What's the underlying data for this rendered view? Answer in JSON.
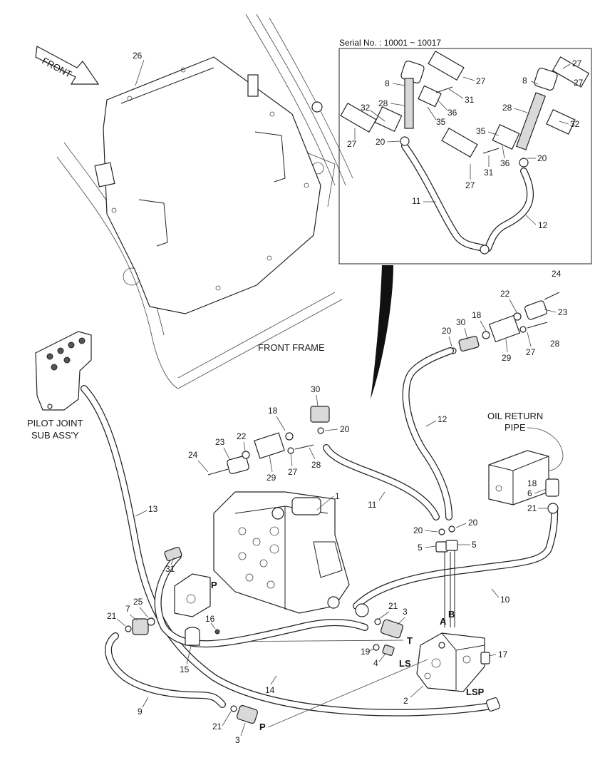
{
  "inset": {
    "serial_label": "Serial No. : 10001 ~ 10017"
  },
  "labels": {
    "front_arrow": "FRONT",
    "front_frame": "FRONT FRAME",
    "pilot_joint_line1": "PILOT JOINT",
    "pilot_joint_line2": "SUB ASS'Y",
    "oil_return_line1": "OIL RETURN",
    "oil_return_line2": "PIPE"
  },
  "ports": {
    "A": "A",
    "B": "B",
    "T": "T",
    "P_top": "P",
    "P_bottom": "P",
    "LS": "LS",
    "LSP": "LSP"
  },
  "callouts": {
    "c26": "26",
    "ins_8a": "8",
    "ins_27a": "27",
    "ins_31a": "31",
    "ins_28a": "28",
    "ins_36a": "36",
    "ins_32a": "32",
    "ins_35a": "35",
    "ins_27b": "27",
    "ins_20a": "20",
    "ins_8b": "8",
    "ins_27c": "27",
    "ins_28b": "28",
    "ins_32b": "32",
    "ins_35b": "35",
    "ins_27d": "27",
    "ins_31b": "31",
    "ins_36b": "36",
    "ins_20b": "20",
    "ins_27e": "27",
    "ins_11": "11",
    "ins_12": "12",
    "r24": "24",
    "r22": "22",
    "r23": "23",
    "r18": "18",
    "r30": "30",
    "r20a": "20",
    "r27": "27",
    "r28": "28",
    "r29": "29",
    "r12": "12",
    "m30": "30",
    "m18": "18",
    "m20": "20",
    "m23": "23",
    "m22": "22",
    "m24": "24",
    "m29": "29",
    "m27": "27",
    "m28": "28",
    "m11": "11",
    "m1": "1",
    "m13": "13",
    "m31": "31",
    "m25": "25",
    "m7": "7",
    "m21a": "21",
    "m16": "16",
    "m15": "15",
    "m9": "9",
    "m21b": "21",
    "m3b": "3",
    "m14": "14",
    "v20a": "20",
    "v20b": "20",
    "v5a": "5",
    "v5b": "5",
    "v10": "10",
    "v21": "21",
    "v3": "3",
    "v19": "19",
    "v4": "4",
    "v17": "17",
    "v2": "2",
    "o18": "18",
    "o6": "6",
    "o21": "21"
  }
}
